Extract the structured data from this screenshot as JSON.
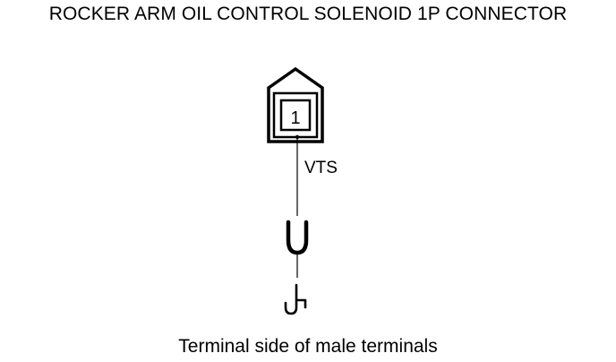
{
  "title": "ROCKER ARM OIL CONTROL SOLENOID 1P CONNECTOR",
  "connector": {
    "pin_number": "1",
    "wire_label": "VTS"
  },
  "caption": "Terminal side of male terminals",
  "colors": {
    "line": "#000000",
    "background": "#ffffff"
  },
  "icons": {
    "connector": "connector-housing-icon",
    "terminal": "terminal-loop-icon",
    "ground": "hook-terminal-icon"
  }
}
